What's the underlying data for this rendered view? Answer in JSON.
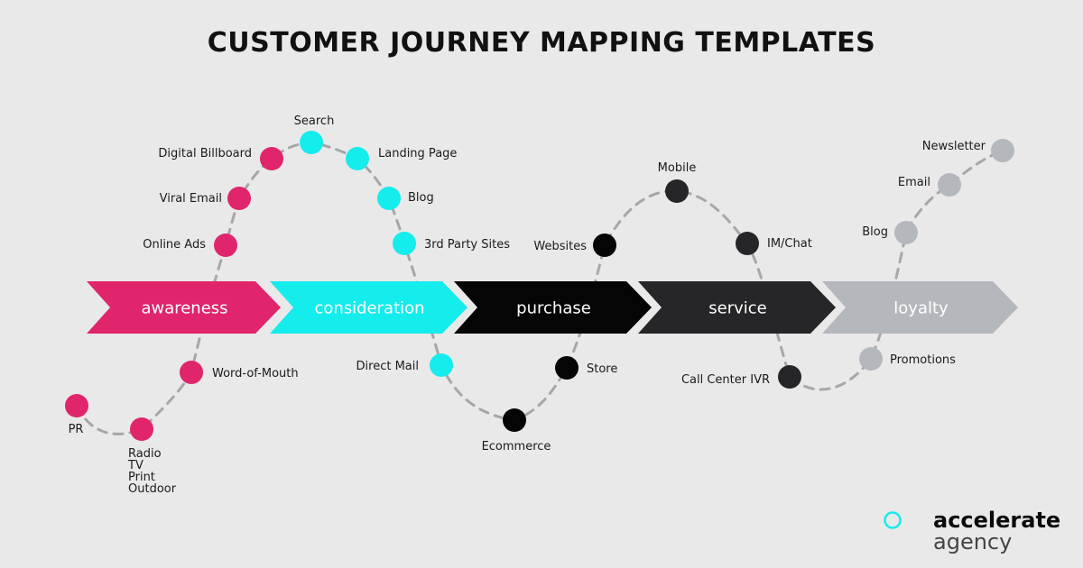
{
  "title": "CUSTOMER JOURNEY MAPPING TEMPLATES",
  "colors": {
    "background": "#e9e9ea",
    "awareness": "#e0256c",
    "consideration": "#15ecec",
    "purchase": "#050505",
    "service": "#262628",
    "loyalty": "#b4b7bc",
    "dash": "#a6a7aa"
  },
  "stages": [
    {
      "key": "awareness",
      "label": "awareness"
    },
    {
      "key": "consideration",
      "label": "consideration"
    },
    {
      "key": "purchase",
      "label": "purchase"
    },
    {
      "key": "service",
      "label": "service"
    },
    {
      "key": "loyalty",
      "label": "loyalty"
    }
  ],
  "touchpoints": [
    {
      "stage": "awareness",
      "label": "PR"
    },
    {
      "stage": "awareness",
      "label": "Radio\nTV\nPrint\nOutdoor"
    },
    {
      "stage": "awareness",
      "label": "Word-of-Mouth"
    },
    {
      "stage": "awareness",
      "label": "Online Ads"
    },
    {
      "stage": "awareness",
      "label": "Viral Email"
    },
    {
      "stage": "awareness",
      "label": "Digital Billboard"
    },
    {
      "stage": "consideration",
      "label": "Search"
    },
    {
      "stage": "consideration",
      "label": "Landing Page"
    },
    {
      "stage": "consideration",
      "label": "Blog"
    },
    {
      "stage": "consideration",
      "label": "3rd Party Sites"
    },
    {
      "stage": "consideration",
      "label": "Direct Mail"
    },
    {
      "stage": "purchase",
      "label": "Ecommerce"
    },
    {
      "stage": "purchase",
      "label": "Store"
    },
    {
      "stage": "purchase",
      "label": "Websites"
    },
    {
      "stage": "service",
      "label": "Mobile"
    },
    {
      "stage": "service",
      "label": "IM/Chat"
    },
    {
      "stage": "service",
      "label": "Call Center IVR"
    },
    {
      "stage": "loyalty",
      "label": "Promotions"
    },
    {
      "stage": "loyalty",
      "label": "Blog"
    },
    {
      "stage": "loyalty",
      "label": "Email"
    },
    {
      "stage": "loyalty",
      "label": "Newsletter"
    }
  ],
  "brand": {
    "name_bold": "accelerate",
    "name_light": "agency",
    "icon": "ring-icon",
    "icon_color": "#15ecec"
  }
}
